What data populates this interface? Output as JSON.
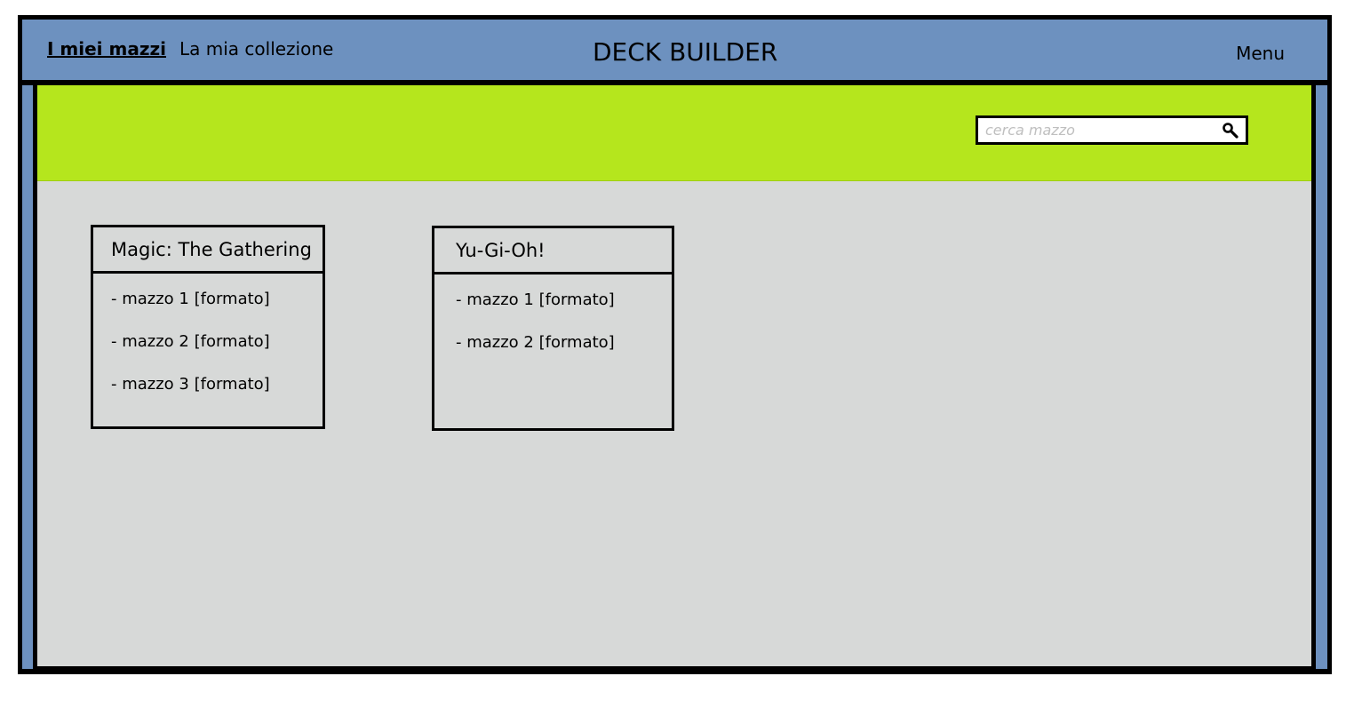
{
  "nav": {
    "links": [
      "I miei mazzi",
      "La mia collezione"
    ],
    "brand": "DECK BUILDER",
    "menu_label": "Menu"
  },
  "search": {
    "placeholder": "cerca mazzo",
    "icon": "search-icon"
  },
  "games": [
    {
      "title": "Magic: The Gathering",
      "decks": [
        "- mazzo 1 [formato]",
        "- mazzo 2 [formato]",
        "- mazzo 3 [formato]"
      ]
    },
    {
      "title": "Yu-Gi-Oh!",
      "decks": [
        "- mazzo 1 [formato]",
        "- mazzo 2 [formato]"
      ]
    }
  ],
  "colors": {
    "topbar": "#6d91bf",
    "banner": "#b5e61d",
    "content_bg": "#d7d9d8",
    "border": "#000000"
  }
}
